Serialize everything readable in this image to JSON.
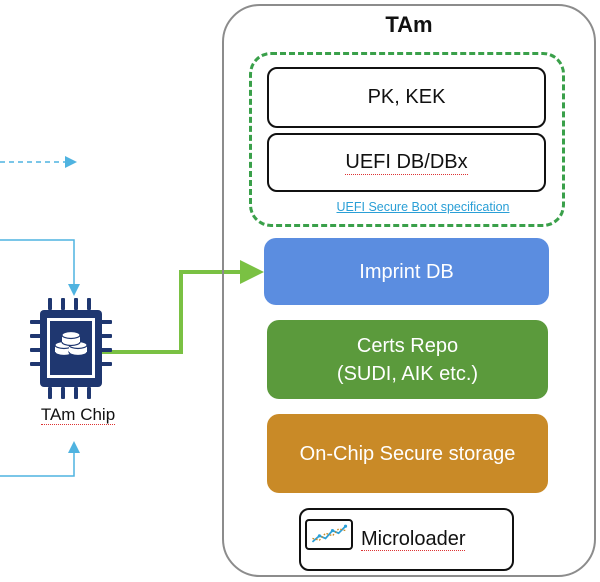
{
  "tam": {
    "title": "TAm",
    "uefi": {
      "pk_kek": "PK, KEK",
      "db_dbx": "UEFI DB/DBx",
      "spec_link": "UEFI Secure Boot specification"
    },
    "imprint_db": "Imprint DB",
    "certs_repo_line1": "Certs Repo",
    "certs_repo_line2": "(SUDI, AIK etc.)",
    "secure_storage": "On-Chip Secure storage",
    "microloader": "Microloader"
  },
  "chip": {
    "label": "TAm Chip"
  },
  "colors": {
    "imprint": "#5b8de0",
    "certs": "#5b9a3c",
    "storage": "#c98a27",
    "uefi_border": "#3aa04a",
    "arrow_green": "#7ac143",
    "arrow_blue": "#4fb3e0",
    "chip_navy": "#1f3770"
  },
  "icons": [
    "chip-icon",
    "database-icon",
    "line-chart-icon"
  ]
}
